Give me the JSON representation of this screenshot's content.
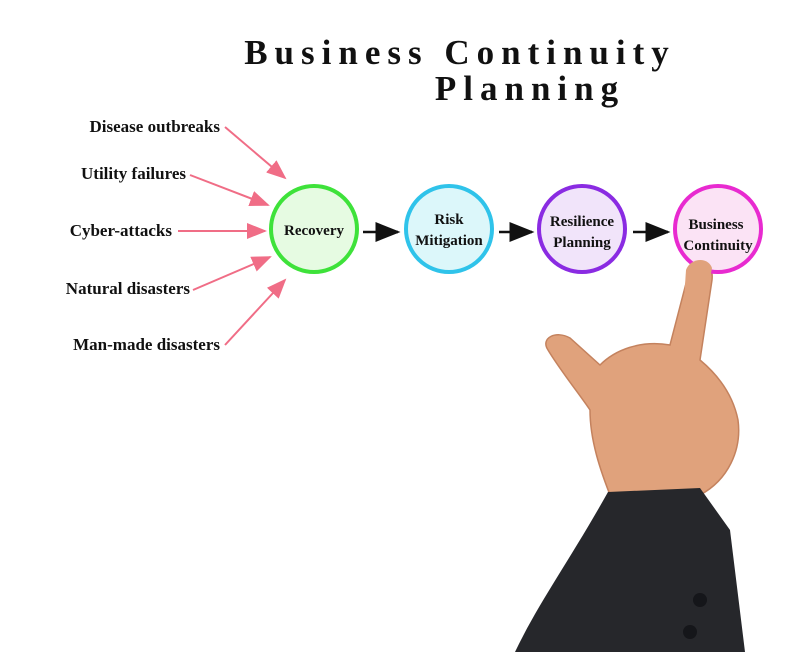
{
  "title": {
    "line1": "Business Continuity",
    "line2": "Planning"
  },
  "causes": [
    "Disease outbreaks",
    "Utility failures",
    "Cyber-attacks",
    "Natural disasters",
    "Man-made disasters"
  ],
  "stages": [
    {
      "line1": "Recovery",
      "line2": "",
      "stroke": "#3ee23a",
      "fill": "#e6fbe2"
    },
    {
      "line1": "Risk",
      "line2": "Mitigation",
      "stroke": "#2fc3ea",
      "fill": "#dcf7fa"
    },
    {
      "line1": "Resilience",
      "line2": "Planning",
      "stroke": "#8a2be2",
      "fill": "#f1e4fa"
    },
    {
      "line1": "Business",
      "line2": "Continuity",
      "stroke": "#e82ad0",
      "fill": "#fbe3f5"
    }
  ],
  "colors": {
    "cause_arrow": "#f06d86",
    "flow_arrow": "#111111",
    "skin": "#e0a27c",
    "suit": "#26272b"
  }
}
